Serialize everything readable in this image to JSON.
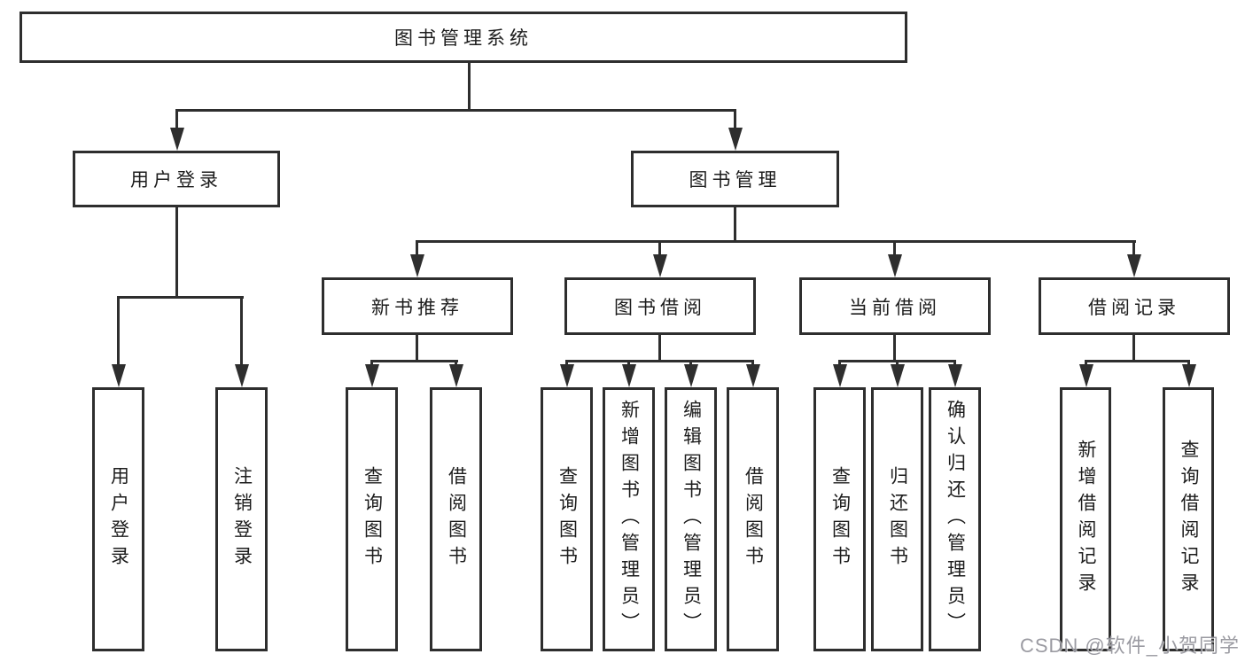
{
  "diagram": {
    "root": {
      "label": "图书管理系统"
    },
    "level1": {
      "user_login": {
        "label": "用户登录"
      },
      "book_mgmt": {
        "label": "图书管理"
      }
    },
    "level2": {
      "new_book_rec": {
        "label": "新书推荐"
      },
      "book_borrow": {
        "label": "图书借阅"
      },
      "current_borrow": {
        "label": "当前借阅"
      },
      "borrow_records": {
        "label": "借阅记录"
      }
    },
    "leaves": {
      "user_login": [
        "用户登录",
        "注销登录"
      ],
      "new_book_rec": [
        "查询图书",
        "借阅图书"
      ],
      "book_borrow": [
        "查询图书",
        "新增图书（管理员）",
        "编辑图书（管理员）",
        "借阅图书"
      ],
      "current_borrow": [
        "查询图书",
        "归还图书",
        "确认归还（管理员）"
      ],
      "borrow_records": [
        "新增借阅记录",
        "查询借阅记录"
      ]
    }
  },
  "watermark": {
    "text": "CSDN @软件_小贺同学"
  },
  "colors": {
    "line": "#2e2e2e",
    "box_background": "#ffffff",
    "text": "#1c1c1c",
    "watermark": "#92929a"
  }
}
